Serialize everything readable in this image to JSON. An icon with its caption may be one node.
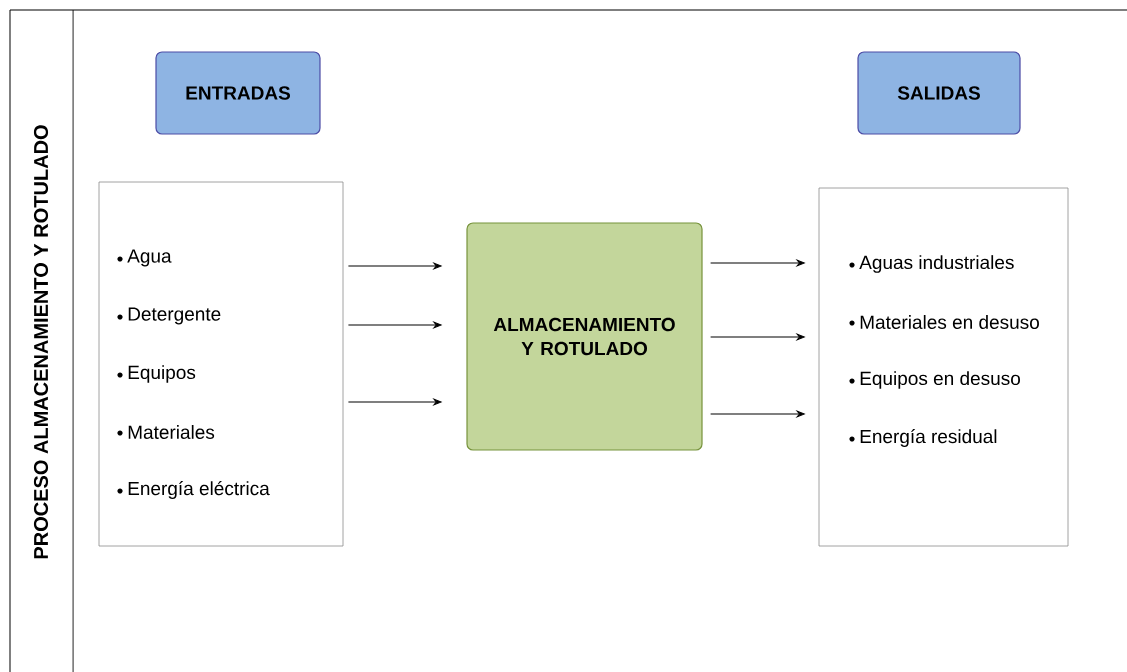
{
  "diagram": {
    "title": "PROCESO ALMACENAMIENTO Y  ROTULADO",
    "nodes": [
      {
        "text": [
          "ENTRADAS"
        ]
      },
      {
        "text": [
          "SALIDAS"
        ]
      },
      {
        "text": [
          "Agua",
          "Detergente",
          "Equipos",
          "Materiales",
          "Energía eléctrica"
        ]
      },
      {
        "text": [
          "ALMACENAMIENTO Y ROTULADO"
        ]
      },
      {
        "text": [
          "Aguas industriales",
          "Materiales en desuso",
          "Equipos en desuso",
          "Energía residual"
        ]
      }
    ],
    "edges": [
      {
        "from": 2,
        "to": 3,
        "arrow": "to"
      },
      {
        "from": 2,
        "to": 3,
        "arrow": "to"
      },
      {
        "from": 2,
        "to": 3,
        "arrow": "to"
      },
      {
        "from": 3,
        "to": 4,
        "arrow": "to"
      },
      {
        "from": 3,
        "to": 4,
        "arrow": "to"
      },
      {
        "from": 3,
        "to": 4,
        "arrow": "to"
      }
    ]
  }
}
